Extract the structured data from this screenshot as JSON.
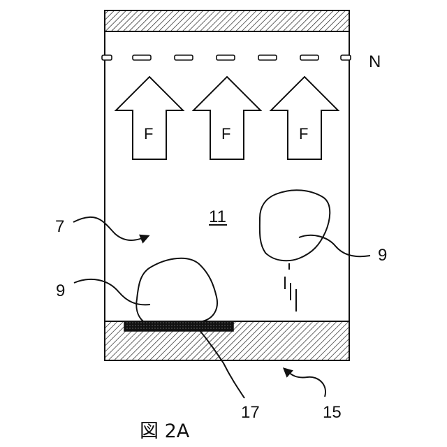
{
  "figure": {
    "caption": "図 2A",
    "arrow_letter": "F",
    "labels": {
      "n": "N",
      "ref_7": "7",
      "ref_11": "11",
      "ref_9_left": "9",
      "ref_9_right": "9",
      "ref_17": "17",
      "ref_15": "15"
    }
  }
}
